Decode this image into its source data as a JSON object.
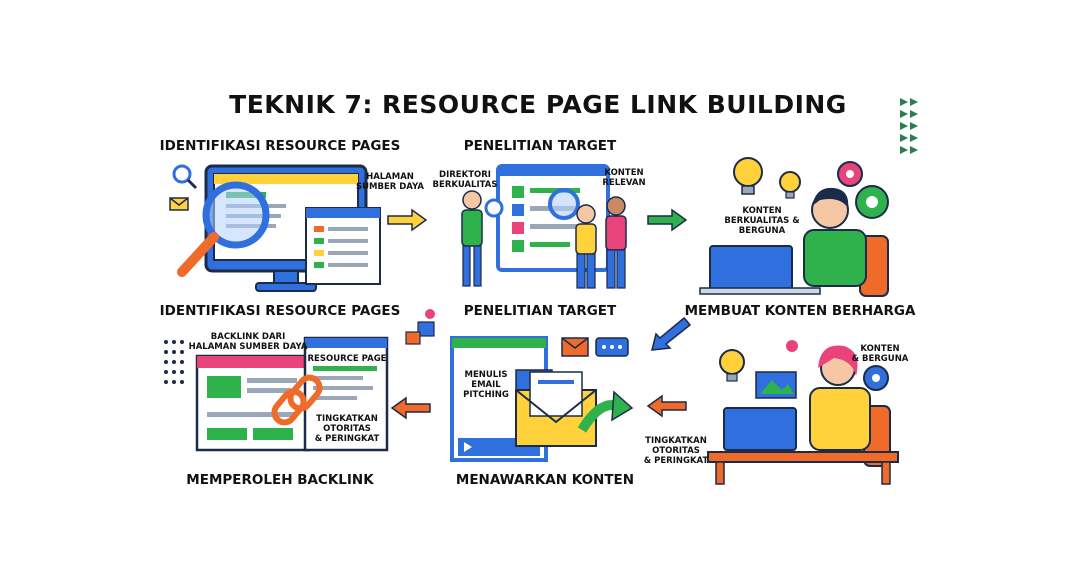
{
  "title": "TEKNIK 7: RESOURCE PAGE LINK BUILDING",
  "panels": {
    "identify": {
      "top_caption": "IDENTIFIKASI RESOURCE PAGES",
      "bottom_caption": "IDENTIFIKASI RESOURCE PAGES",
      "label": "HALAMAN\nSUMBER DAYA"
    },
    "research": {
      "top_caption": "PENELITIAN TARGET",
      "bottom_caption": "PENELITIAN TARGET",
      "label_left": "DIREKTORI\nBERKUALITAS",
      "label_right": "KONTEN\nRELEVAN"
    },
    "create": {
      "caption": "MEMBUAT KONTEN BERHARGA",
      "label": "KONTEN\nBERKUALITAS &\nBERGUNA"
    },
    "backlink": {
      "caption": "MEMPEROLEH BACKLINK",
      "label_top": "BACKLINK DARI\nHALAMAN SUMBER DAYA",
      "label_resource": "RESOURCE PAGE",
      "label_authority": "TINGKATKAN\nOTORITAS\n& PERINGKAT"
    },
    "pitch": {
      "caption": "MENAWARKAN KONTEN",
      "label": "MENULIS\nEMAIL\nPITCHING"
    },
    "improve": {
      "label_content": "KONTEN\n& BERGUNA",
      "label_authority": "TINGKATKAN\nOTORITAS\n& PERINGKAT"
    }
  },
  "colors": {
    "blue": "#2f6fde",
    "yellow": "#ffd23c",
    "green": "#2fb24c",
    "orange": "#f06a2a",
    "pink": "#e8437a",
    "navy": "#1b2b4a"
  }
}
